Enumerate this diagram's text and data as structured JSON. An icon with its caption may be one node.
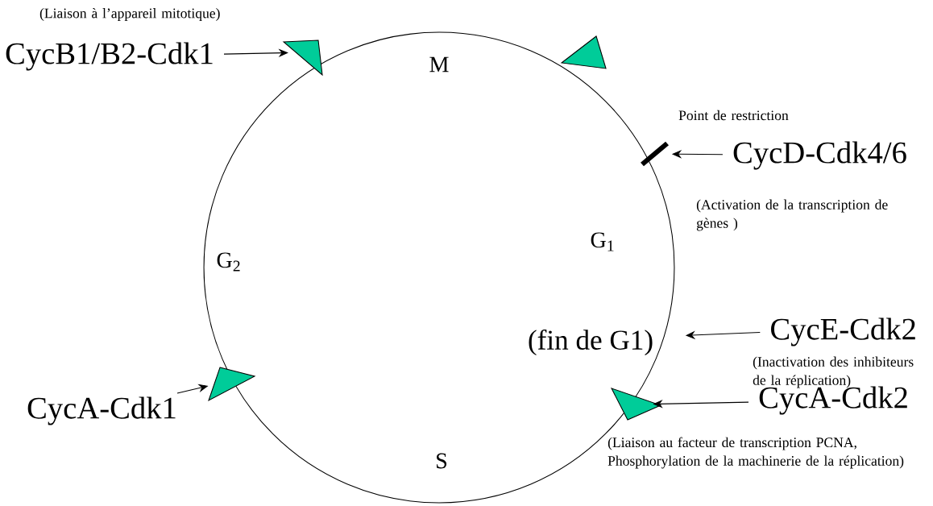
{
  "diagram": {
    "nodes": [
      {
        "text": [
          "M",
          "G$_{1}$",
          "G$_{2}$",
          "S",
          "(fin de G1)"
        ]
      },
      {
        "text": [
          "CycB1/B2-Cdk1"
        ]
      },
      {
        "text": [],
        "shape": "triangle"
      },
      {
        "text": [],
        "shape": "triangle"
      },
      {
        "text": [],
        "shape": "bar"
      },
      {
        "text": [
          "CycD-Cdk4/6"
        ]
      },
      {
        "text": [
          "CycE-Cdk2"
        ]
      },
      {
        "text": [],
        "shape": "triangle"
      },
      {
        "text": [
          "CycA-Cdk2"
        ]
      },
      {
        "text": [],
        "shape": "triangle"
      },
      {
        "text": [
          "CycA-Cdk1"
        ]
      }
    ],
    "edges": [
      {
        "from": 1,
        "to": 2,
        "arrow": "to"
      },
      {
        "from": 5,
        "to": 4,
        "arrow": "to"
      },
      {
        "from": 6,
        "to": 0,
        "arrow": "to"
      },
      {
        "from": 8,
        "to": 7,
        "arrow": "to"
      },
      {
        "from": 10,
        "to": 9,
        "arrow": "to"
      }
    ],
    "labels": [
      "(Liaison à l’appareil mitotique)",
      "Point de restriction",
      "(Activation de la transcription de gènes )",
      "(Inactivation des inhibiteurs de la réplication)",
      "(Liaison au facteur de transcription PCNA, Phosphorylation de la machinerie de la réplication)"
    ]
  }
}
